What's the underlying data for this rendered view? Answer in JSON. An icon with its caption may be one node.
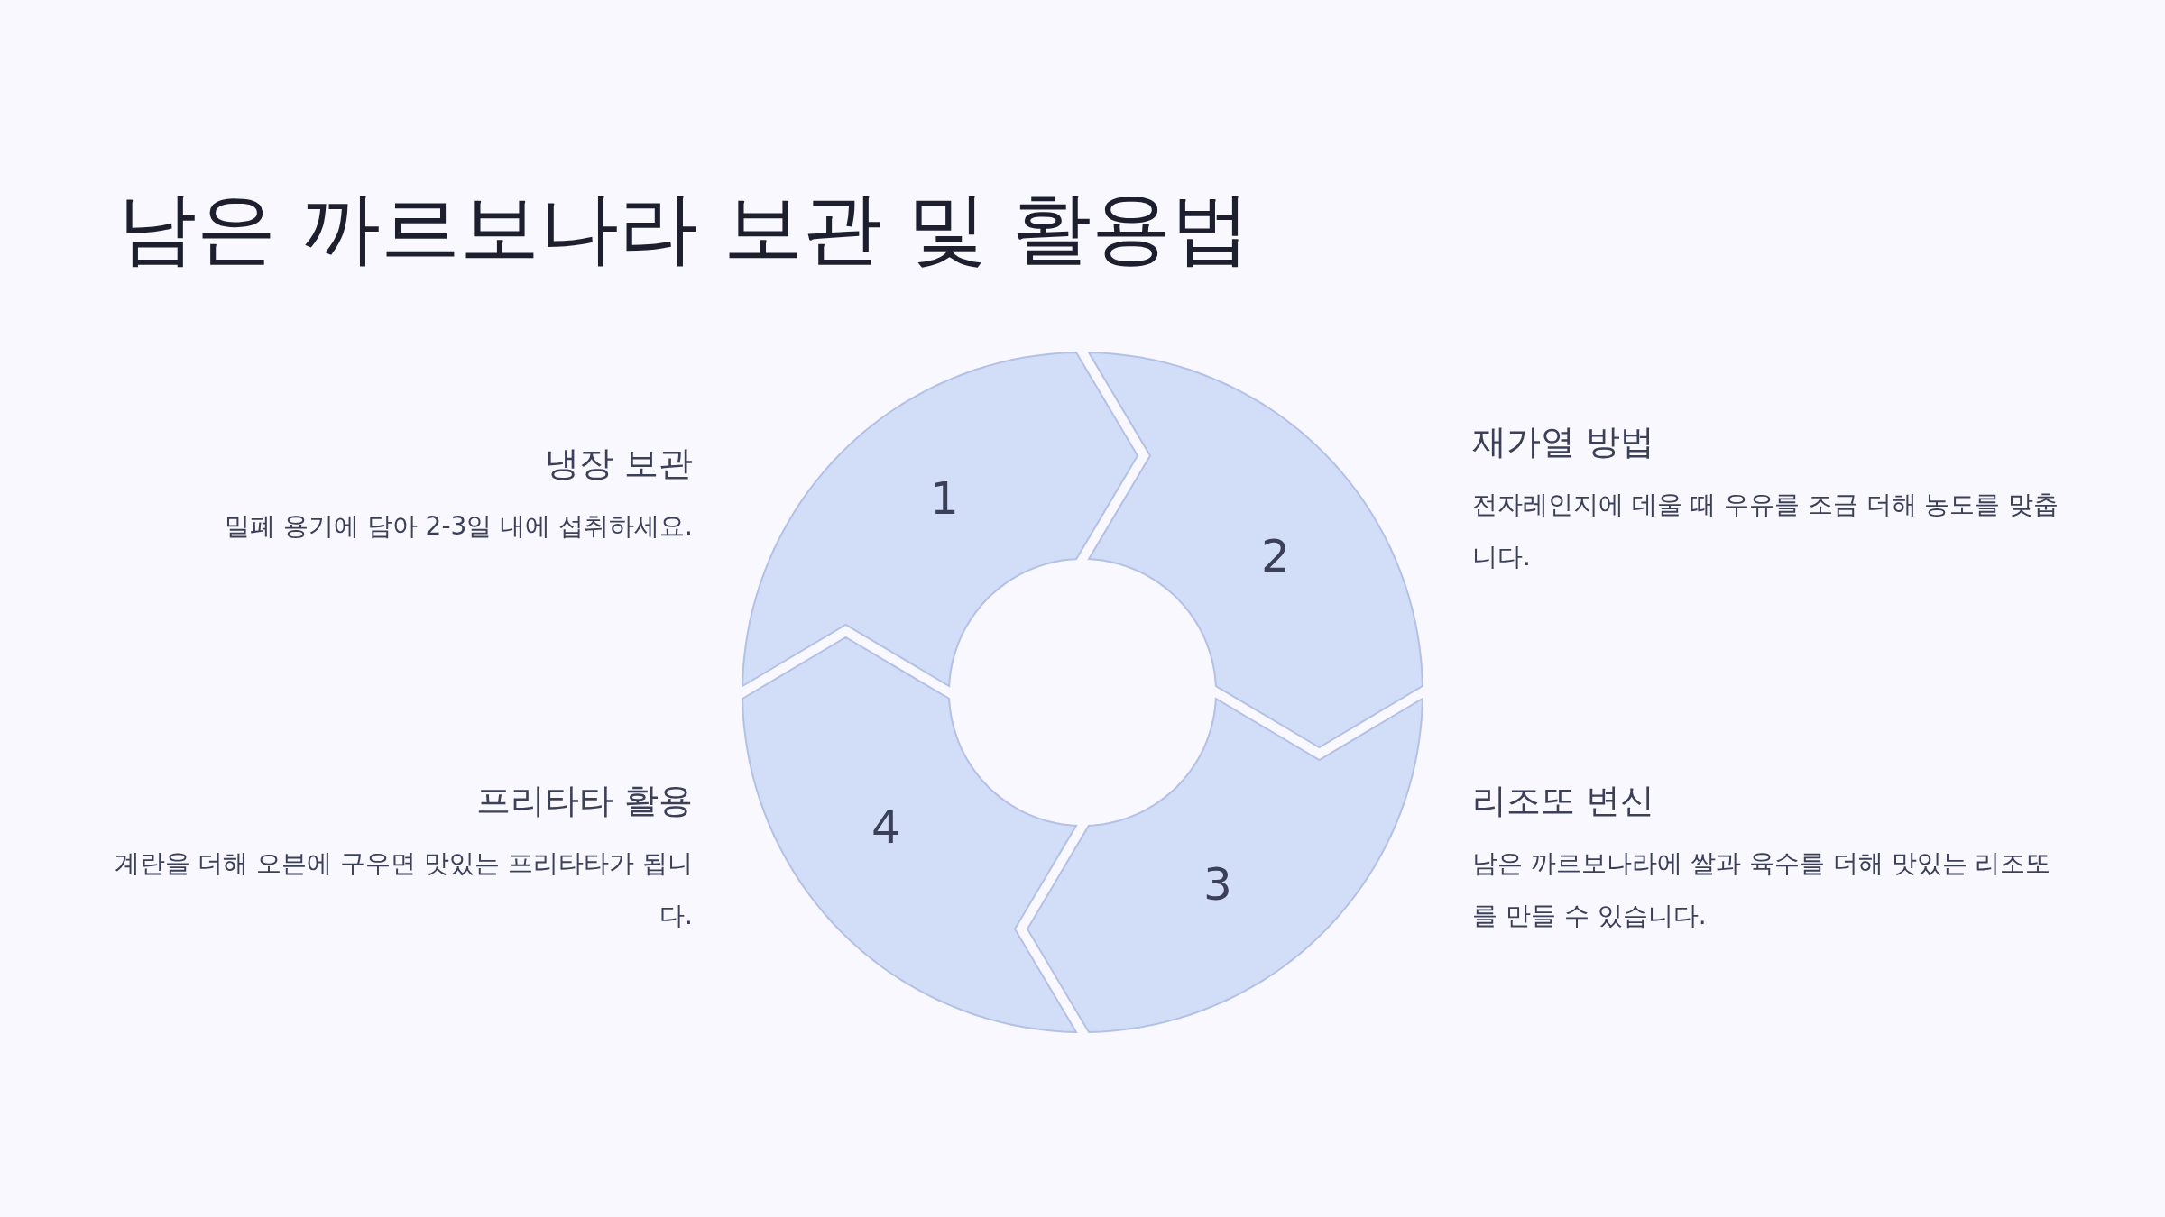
{
  "diagram": {
    "title": "남은 까르보나라 보관 및 활용법",
    "nodes": [
      {
        "text": [
          "1"
        ],
        "beside": [
          "냉장 보관",
          "밀폐 용기에 담아 2-3일 내에 섭취하세요."
        ]
      },
      {
        "text": [
          "2"
        ],
        "beside": [
          "재가열 방법",
          "전자레인지에 데울 때 우유를 조금 더해 농도를 맞춥니다."
        ]
      },
      {
        "text": [
          "3"
        ],
        "beside": [
          "리조또 변신",
          "남은 까르보나라에 쌀과 육수를 더해 맛있는 리조또를 만들 수 있습니다."
        ]
      },
      {
        "text": [
          "4"
        ],
        "beside": [
          "프리타타 활용",
          "계란을 더해 오븐에 구우면 맛있는 프리타타가 됩니다."
        ]
      }
    ]
  }
}
